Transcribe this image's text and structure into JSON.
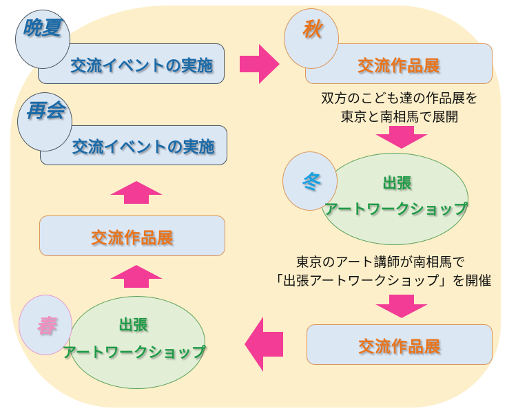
{
  "colors": {
    "background": "#fdefc9",
    "box": "#dce7f4",
    "arrow": "#f23c96",
    "blue_text": "#1a6aa8",
    "orange_text": "#e8741c",
    "green_text": "#1e9a46",
    "winter": "#1aa0e0",
    "spring": "#f090c0"
  },
  "late_summer": {
    "season": "晩夏",
    "label": "交流イベントの実施"
  },
  "autumn": {
    "season": "秋",
    "label": "交流作品展",
    "desc": [
      "双方のこども達の作品展を",
      "東京と南相馬で展開"
    ]
  },
  "winter": {
    "season": "冬",
    "label_line1": "出張",
    "label_line2": "アートワークショップ",
    "desc": [
      "東京のアート講師が南相馬で",
      "「出張アートワークショップ」を開催"
    ]
  },
  "winter_exhibit": {
    "label": "交流作品展"
  },
  "spring": {
    "season": "春",
    "label_line1": "出張",
    "label_line2": "アートワークショップ"
  },
  "spring_exhibit": {
    "label": "交流作品展"
  },
  "reunion": {
    "season": "再会",
    "label": "交流イベントの実施"
  }
}
